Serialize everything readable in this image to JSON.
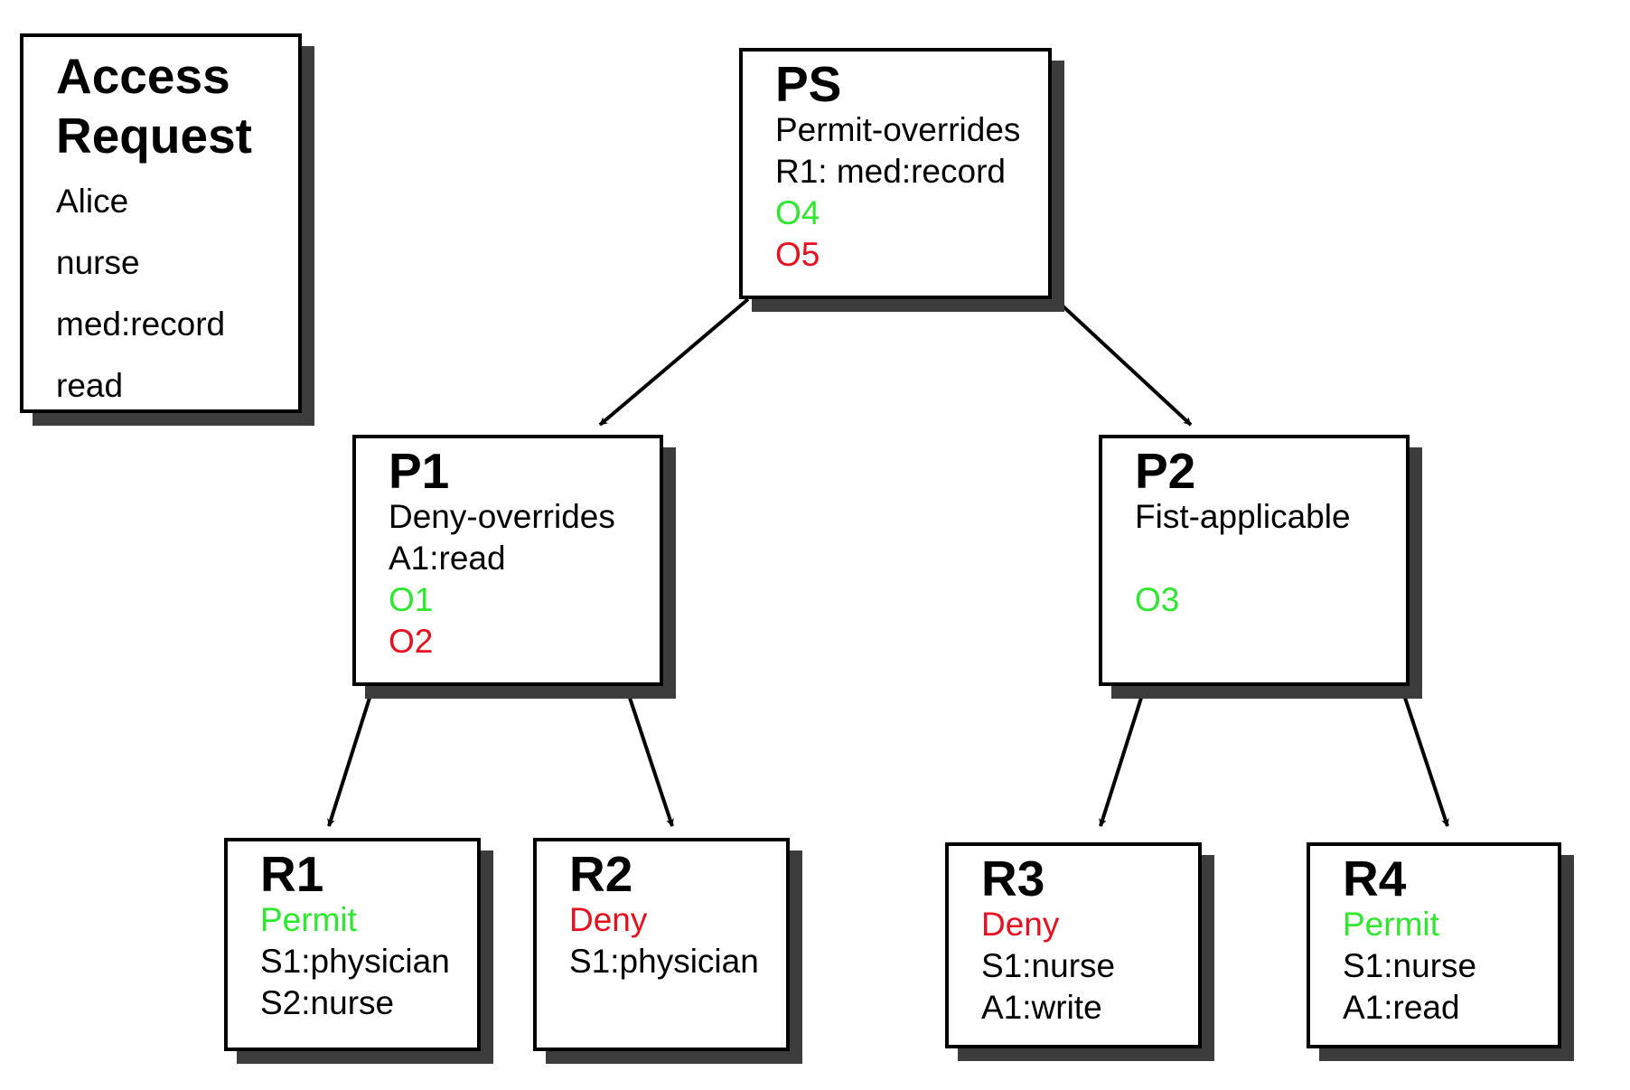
{
  "access_request": {
    "title_line1": "Access",
    "title_line2": "Request",
    "subject": "Alice",
    "role": "nurse",
    "resource": "med:record",
    "action": "read"
  },
  "nodes": {
    "ps": {
      "title": "PS",
      "combining": "Permit-overrides",
      "target": "R1: med:record",
      "obligation_permit": "O4",
      "obligation_deny": "O5"
    },
    "p1": {
      "title": "P1",
      "combining": "Deny-overrides",
      "target": "A1:read",
      "obligation_permit": "O1",
      "obligation_deny": "O2"
    },
    "p2": {
      "title": "P2",
      "combining": "Fist-applicable",
      "obligation_permit": "O3"
    },
    "r1": {
      "title": "R1",
      "effect": "Permit",
      "cond1": "S1:physician",
      "cond2": "S2:nurse"
    },
    "r2": {
      "title": "R2",
      "effect": "Deny",
      "cond1": "S1:physician"
    },
    "r3": {
      "title": "R3",
      "effect": "Deny",
      "cond1": "S1:nurse",
      "cond2": "A1:write"
    },
    "r4": {
      "title": "R4",
      "effect": "Permit",
      "cond1": "S1:nurse",
      "cond2": "A1:read"
    }
  },
  "edges": [
    {
      "from": "PS",
      "to": "P1"
    },
    {
      "from": "PS",
      "to": "P2"
    },
    {
      "from": "P1",
      "to": "R1"
    },
    {
      "from": "P1",
      "to": "R2"
    },
    {
      "from": "P2",
      "to": "R3"
    },
    {
      "from": "P2",
      "to": "R4"
    }
  ],
  "colors": {
    "permit": "#2ee82e",
    "deny": "#e8101e",
    "shadow": "#3c3c3c"
  }
}
